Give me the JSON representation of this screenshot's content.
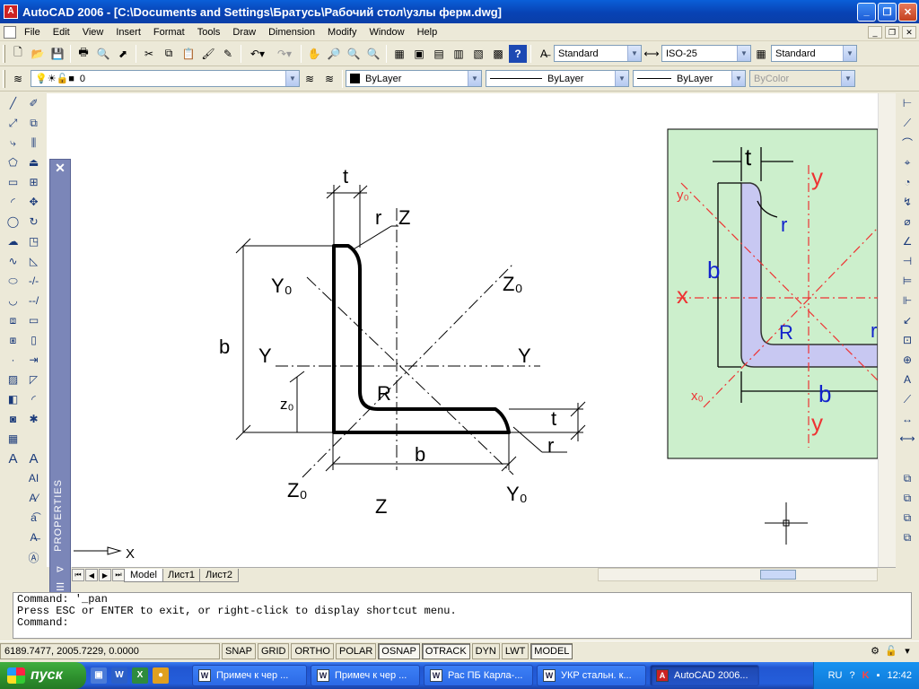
{
  "window": {
    "title": "AutoCAD 2006 - [C:\\Documents and Settings\\Братусь\\Рабочий стол\\узлы ферм.dwg]"
  },
  "menu": [
    "File",
    "Edit",
    "View",
    "Insert",
    "Format",
    "Tools",
    "Draw",
    "Dimension",
    "Modify",
    "Window",
    "Help"
  ],
  "styles": {
    "text_style": "Standard",
    "dim_style": "ISO-25",
    "table_style": "Standard"
  },
  "layers": {
    "current_layer": "0",
    "color": "ByLayer",
    "linetype": "ByLayer",
    "lineweight": "ByLayer",
    "plot_style": "ByColor"
  },
  "properties_palette": {
    "label": "PROPERTIES"
  },
  "drawing": {
    "left_labels": {
      "t": "t",
      "r_top": "r",
      "z_top": "Z",
      "y0_top": "Y₀",
      "z0_right": "Z₀",
      "b_left": "b",
      "y_left": "Y",
      "y_right": "Y",
      "z0_dim": "z₀",
      "R": "R",
      "t_right": "t",
      "r_right": "r",
      "b_bottom": "b",
      "z0_bottom": "Z₀",
      "z_bottom": "Z",
      "y0_bottom": "Y₀"
    },
    "right_labels": {
      "t": "t",
      "y_top": "y",
      "y0": "y₀",
      "r": "r",
      "b_left": "b",
      "x_left": "x",
      "R": "R",
      "r_right": "r",
      "x0": "x₀",
      "b_bottom": "b",
      "y_bottom": "y"
    },
    "ucs": {
      "x_label": "X"
    }
  },
  "layout_tabs": [
    "Model",
    "Лист1",
    "Лист2"
  ],
  "command": {
    "line1": "Command: '_pan",
    "line2": "Press ESC or ENTER to exit, or right-click to display shortcut menu.",
    "prompt": "Command:"
  },
  "status": {
    "coords": "6189.7477, 2005.7229, 0.0000",
    "buttons": [
      "SNAP",
      "GRID",
      "ORTHO",
      "POLAR",
      "OSNAP",
      "OTRACK",
      "DYN",
      "LWT",
      "MODEL"
    ]
  },
  "taskbar": {
    "start": "пуск",
    "items": [
      "Примеч к чер ...",
      "Примеч к чер ...",
      "Рас ПБ Карла-...",
      "УКР стальн. к...",
      "AutoCAD 2006..."
    ],
    "lang": "RU",
    "clock": "12:42"
  }
}
